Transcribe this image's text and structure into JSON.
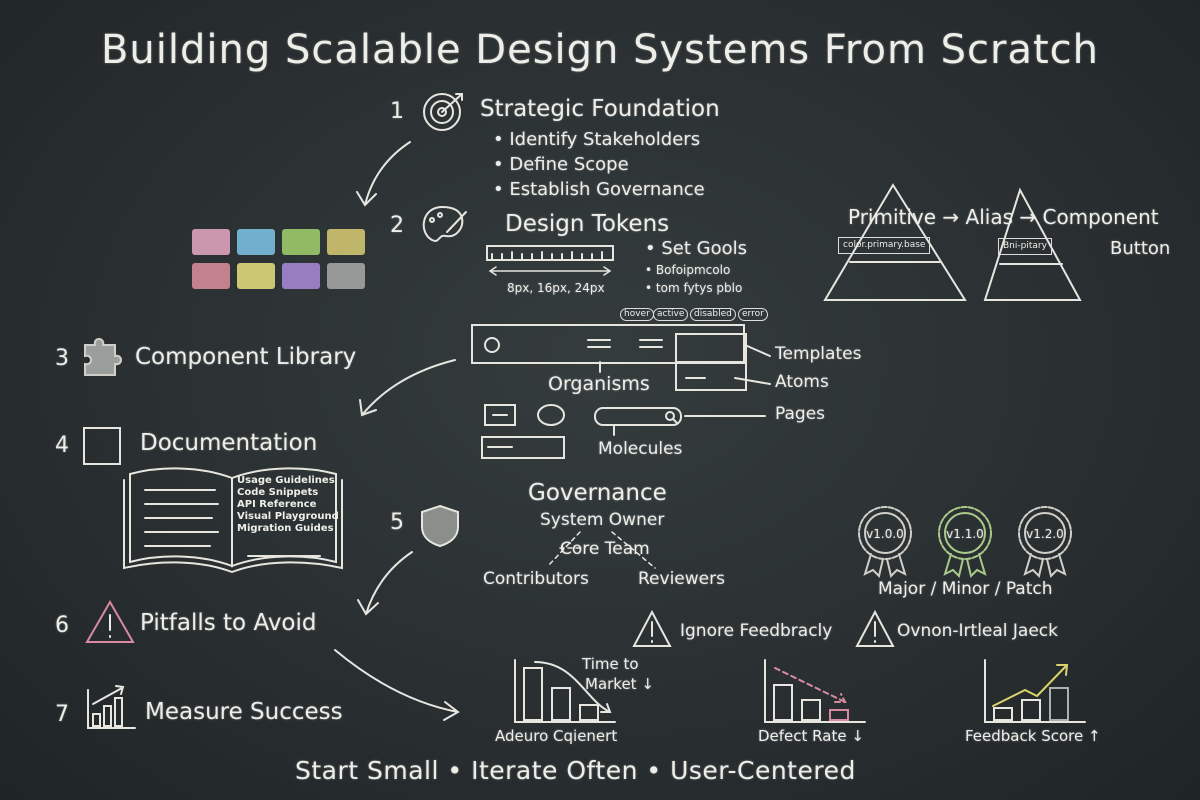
{
  "title": "Building Scalable Design Systems From Scratch",
  "steps": [
    {
      "number": "1",
      "label": "Strategic Foundation",
      "icon": "target-icon",
      "bullets": [
        "• Identify Stakeholders",
        "• Define Scope",
        "• Establish Governance"
      ]
    },
    {
      "number": "2",
      "label": "Design Tokens",
      "icon": "palette-icon",
      "spacing": "8px, 16px, 24px",
      "bullets": [
        "• Set Gools",
        "• Bofoipmcolo",
        "• tom fytys pblo"
      ],
      "swatch_colors": [
        "#e8a9c6",
        "#7fc6ea",
        "#a2d46c",
        "#d9cd72",
        "#dc8f9e",
        "#e8e27e",
        "#a98cd8",
        "#a9a9a9"
      ],
      "states": [
        "hover",
        "active",
        "disabled",
        "error"
      ],
      "token_flow": "Primitive → Alias → Component",
      "primitive_token": "color.primary.base",
      "alias_token": "Bni-pitary",
      "component_token": "Button"
    },
    {
      "number": "3",
      "label": "Component Library",
      "icon": "puzzle-icon",
      "layers": {
        "organisms": "Organisms",
        "templates": "Templates",
        "atoms": "Atoms",
        "pages": "Pages",
        "molecules": "Molecules"
      }
    },
    {
      "number": "4",
      "label": "Documentation",
      "icon": "square-icon",
      "book_items": [
        "Usage Guidelines",
        "Code Snippets",
        "API Reference",
        "Visual Playground",
        "Migration Guides"
      ]
    },
    {
      "number": "5",
      "label": "Governance",
      "icon": "shield-icon",
      "roles": {
        "owner": "System Owner",
        "core": "Core Team",
        "contributors": "Contributors",
        "reviewers": "Reviewers"
      },
      "versions": [
        "v1.0.0",
        "v1.1.0",
        "v1.2.0"
      ],
      "versioning": "Major / Minor / Patch"
    },
    {
      "number": "6",
      "label": "Pitfalls to Avoid",
      "icon": "warning-icon",
      "pitfalls": [
        "Ignore Feedbracly",
        "Ovnon-Irtleal Jaeck"
      ]
    },
    {
      "number": "7",
      "label": "Measure Success",
      "icon": "bar-chart-icon",
      "metrics": [
        {
          "label": "Adeuro Cqienert",
          "annotation_1": "Time to",
          "annotation_2": "Market ↓",
          "trend": "down"
        },
        {
          "label": "Defect Rate ↓",
          "trend": "down"
        },
        {
          "label": "Feedback Score ↑",
          "trend": "up"
        }
      ]
    }
  ],
  "footer": "Start Small • Iterate Often • User-Centered",
  "colors": {
    "board": "#2b3133",
    "chalk": "#eeeee8",
    "accent_pink": "#d98aa0",
    "accent_yellow": "#d8d36a",
    "accent_green": "#a9c98a"
  }
}
